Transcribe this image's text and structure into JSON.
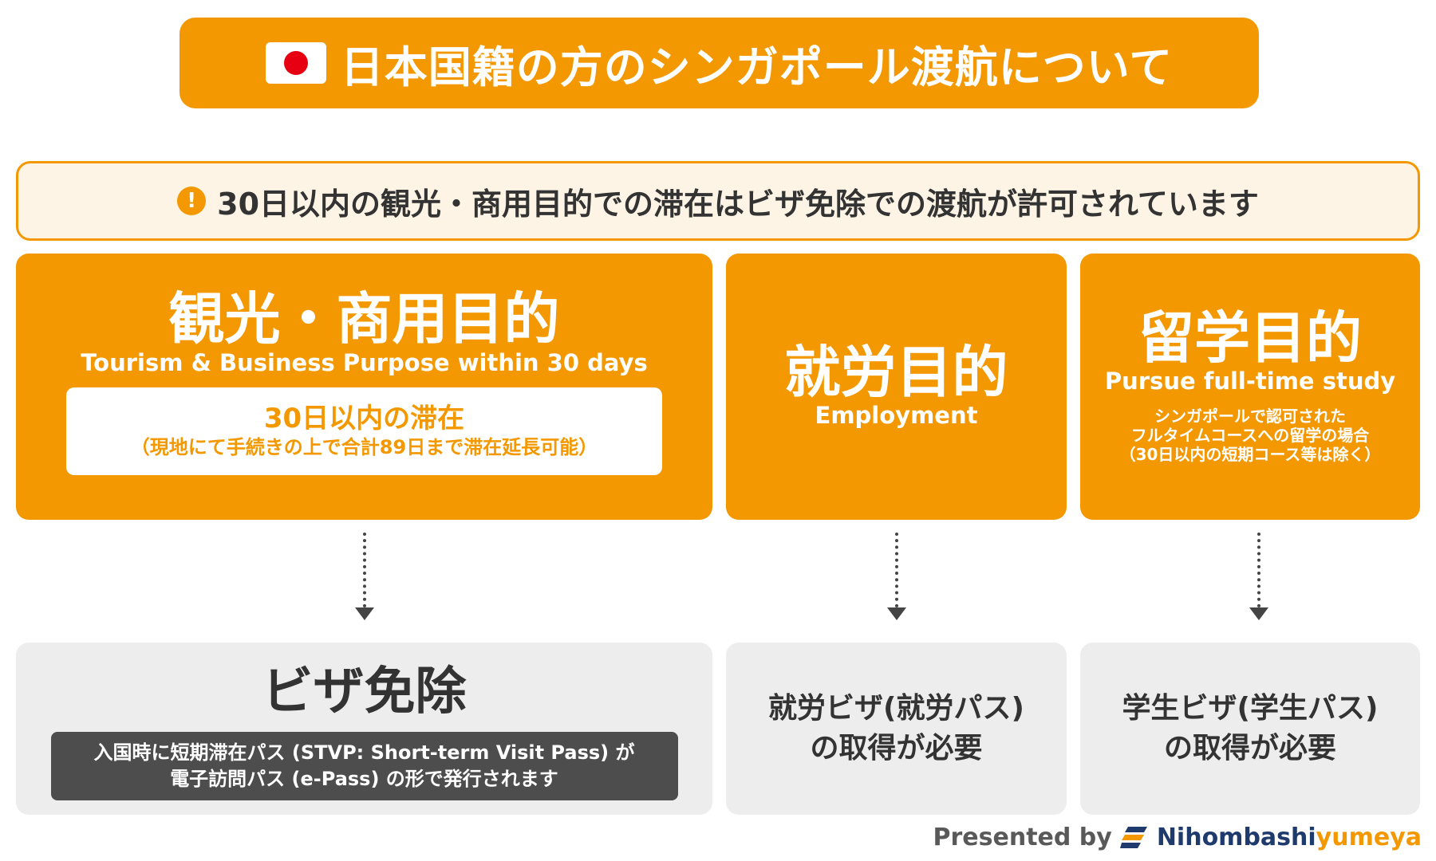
{
  "colors": {
    "accent_orange": "#F39800",
    "notice_background": "#FEF4E5",
    "result_grey": "#EDEDEE",
    "dark_box": "#4D4D4D",
    "flag_red": "#E60012",
    "brand_navy": "#1F3B6E"
  },
  "header": {
    "flag_icon": "japan-flag-icon",
    "title": "日本国籍の方のシンガポール渡航について"
  },
  "notice": {
    "icon": "exclamation-icon",
    "text": "30日以内の観光・商用目的での滞在はビザ免除での渡航が許可されています"
  },
  "categories": {
    "tourism": {
      "title_jp": "観光・商用目的",
      "title_en": "Tourism & Business Purpose within 30 days",
      "stay_main": "30日以内の滞在",
      "stay_sub": "（現地にて手続きの上で合計89日まで滞在延長可能）"
    },
    "employment": {
      "title_jp": "就労目的",
      "title_en": "Employment"
    },
    "study": {
      "title_jp": "留学目的",
      "title_en": "Pursue full-time study",
      "note_lines": [
        "シンガポールで認可された",
        "フルタイムコースへの留学の場合",
        "（30日以内の短期コース等は除く）"
      ]
    }
  },
  "results": {
    "tourism": {
      "title": "ビザ免除",
      "lines": [
        "入国時に短期滞在パス (STVP: Short-term Visit Pass) が",
        "電子訪問パス (e-Pass) の形で発行されます"
      ]
    },
    "employment": {
      "lines": [
        "就労ビザ(就労パス)",
        "の取得が必要"
      ]
    },
    "study": {
      "lines": [
        "学生ビザ(学生パス)",
        "の取得が必要"
      ]
    }
  },
  "footer": {
    "presented_by": "Presented by",
    "brand_icon": "nihombashiyumeya-logo-icon",
    "brand_part1": "Nihombashi",
    "brand_part2": "yumeya"
  }
}
